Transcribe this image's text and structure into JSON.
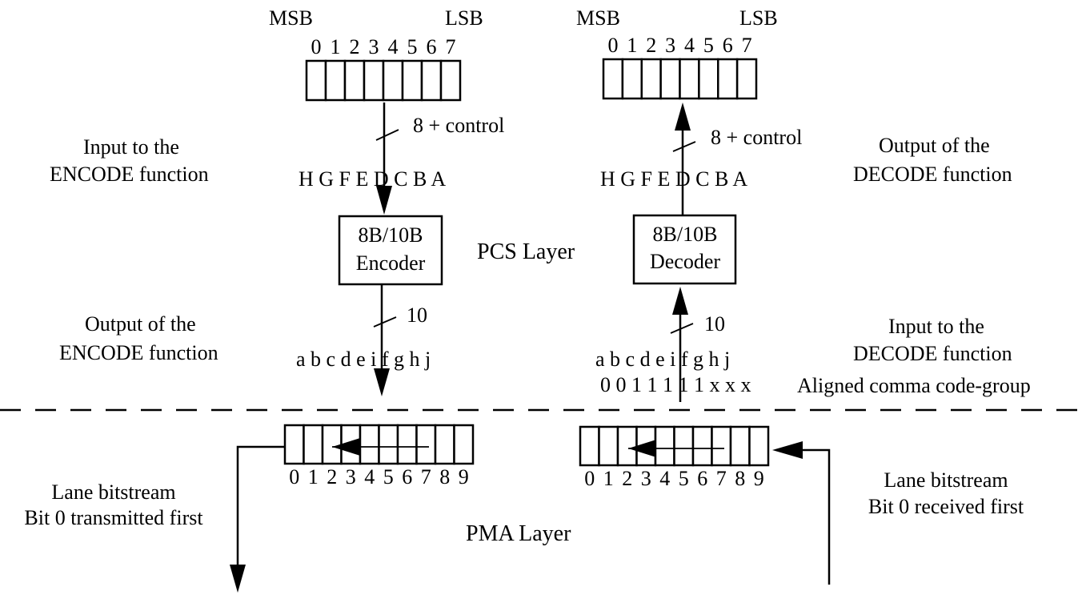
{
  "encoder_side": {
    "register": {
      "msb_label": "MSB",
      "lsb_label": "LSB",
      "bit_indices": [
        "0",
        "1",
        "2",
        "3",
        "4",
        "5",
        "6",
        "7"
      ]
    },
    "input_bus_width": "8 + control",
    "input_bits": "H G F E D C B A",
    "input_caption": [
      "Input to the",
      "ENCODE function"
    ],
    "block": [
      "8B/10B",
      "Encoder"
    ],
    "output_bus_width": "10",
    "output_bits": "a b c d e i f g h j",
    "output_caption": [
      "Output of the",
      "ENCODE function"
    ],
    "shift_register": {
      "bit_indices": [
        "0",
        "1",
        "2",
        "3",
        "4",
        "5",
        "6",
        "7",
        "8",
        "9"
      ]
    },
    "bitstream_caption": [
      "Lane bitstream",
      "Bit 0 transmitted first"
    ]
  },
  "decoder_side": {
    "register": {
      "msb_label": "MSB",
      "lsb_label": "LSB",
      "bit_indices": [
        "0",
        "1",
        "2",
        "3",
        "4",
        "5",
        "6",
        "7"
      ]
    },
    "output_bus_width": "8 + control",
    "output_bits": "H G F E D C B A",
    "output_caption": [
      "Output of the",
      "DECODE function"
    ],
    "block": [
      "8B/10B",
      "Decoder"
    ],
    "input_bus_width": "10",
    "input_bits": "a b c d e i f g h j",
    "comma_bits": "0 0 1 1 1 1 1 x x x",
    "input_caption": [
      "Input to the",
      "DECODE function",
      "Aligned comma code-group"
    ],
    "shift_register": {
      "bit_indices": [
        "0",
        "1",
        "2",
        "3",
        "4",
        "5",
        "6",
        "7",
        "8",
        "9"
      ]
    },
    "bitstream_caption": [
      "Lane bitstream",
      "Bit 0 received first"
    ]
  },
  "layers": {
    "pcs": "PCS Layer",
    "pma": "PMA Layer"
  }
}
